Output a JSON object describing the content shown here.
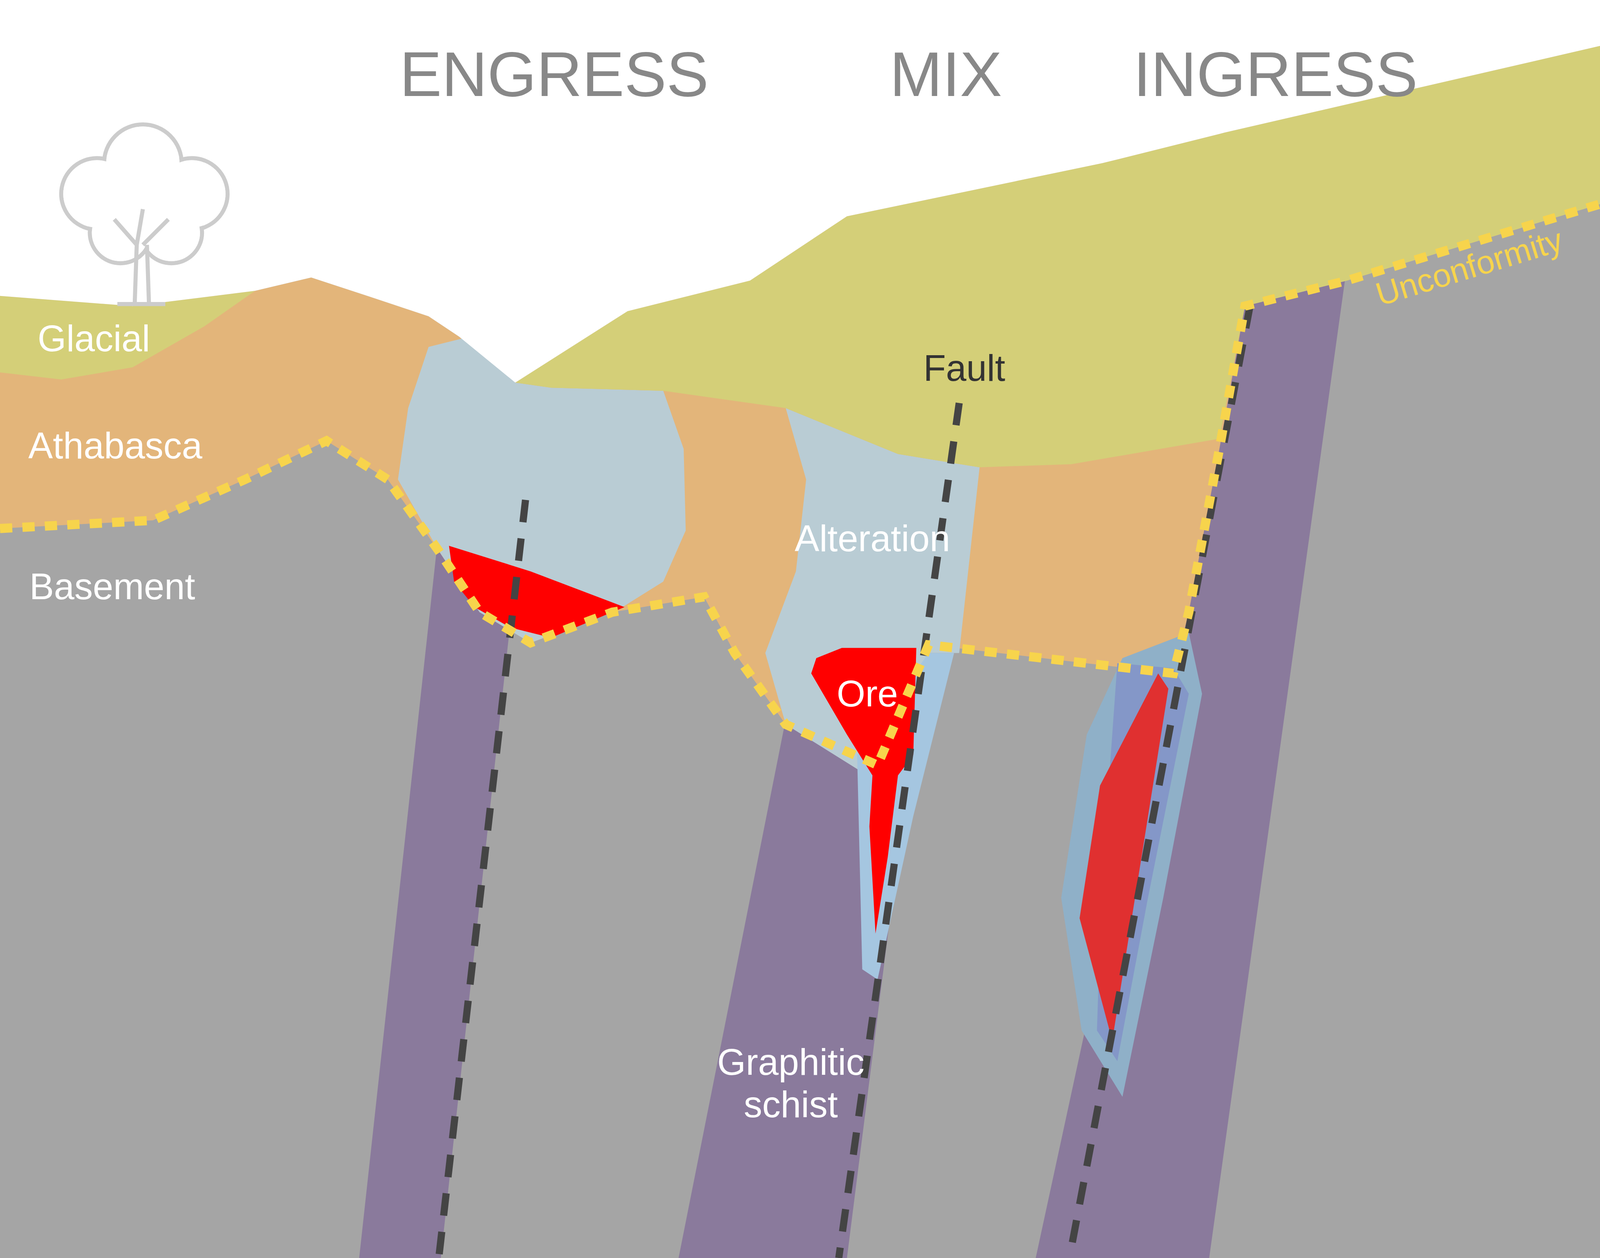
{
  "diagram": {
    "labels": [
      "ENGRESS",
      "MIX",
      "INGRESS",
      "Glacial",
      "Fault",
      "Unconformity",
      "Athabasca",
      "Alteration",
      "Basement",
      "Ore",
      "Graphitic schist"
    ]
  }
}
